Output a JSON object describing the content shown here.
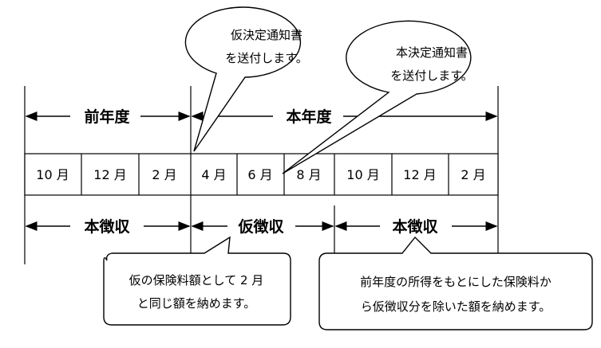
{
  "periods": {
    "prev_year": "前年度",
    "this_year": "本年度"
  },
  "months": [
    "10 月",
    "12 月",
    "2 月",
    "4 月",
    "6 月",
    "8 月",
    "10 月",
    "12 月",
    "2 月"
  ],
  "collection": {
    "main_1": "本徴収",
    "provisional": "仮徴収",
    "main_2": "本徴収"
  },
  "callouts": {
    "provisional_notice": [
      "仮決定通知書",
      "を送付します。"
    ],
    "final_notice": [
      "本決定通知書",
      "を送付します。"
    ],
    "provisional_amount": [
      "仮の保険料額として 2 月",
      "と同じ額を納めます。"
    ],
    "final_amount": [
      "前年度の所得をもとにした保険料か",
      "ら仮徴収分を除いた額を納めます。"
    ]
  }
}
